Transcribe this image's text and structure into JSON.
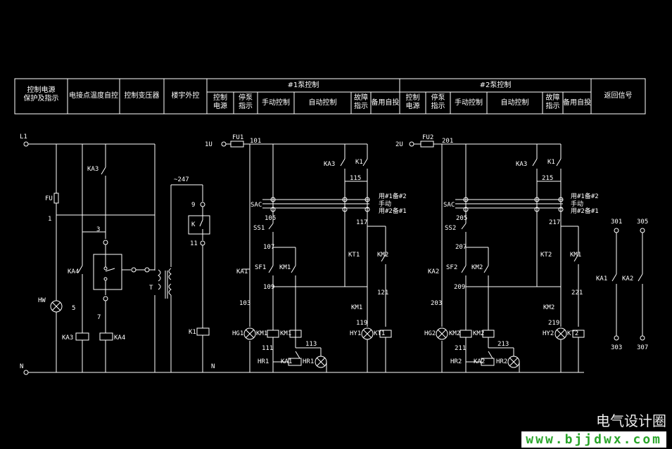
{
  "header": {
    "col_power": "控制电源\n保护及指示",
    "col_temp": "电接点温度自控",
    "col_transformer": "控制变压器",
    "col_remote": "楼宇外控",
    "pump1_title": "#1泵控制",
    "pump2_title": "#2泵控制",
    "sub_ctrl_power": "控制\n电源",
    "sub_stop_ind": "停泵\n指示",
    "sub_manual": "手动控制",
    "sub_auto": "自动控制",
    "sub_fault_ind": "故障\n指示",
    "sub_standby": "备用自投",
    "col_return": "返回信号"
  },
  "labels": {
    "L1": "L1",
    "FU": "FU",
    "n1": "1",
    "HW": "HW",
    "n5": "5",
    "N": "N",
    "KA3_left": "KA3",
    "n3": "3",
    "KA4": "KA4",
    "n7": "7",
    "KA3_coil": "KA3",
    "KA4_coil": "KA4",
    "T": "T",
    "v247": "~247",
    "n9": "9",
    "K": "K",
    "n11": "11",
    "K1_coil": "K1",
    "L0": "1U",
    "FU1": "FU1",
    "n101": "101",
    "KA3_p1": "KA3",
    "K1_p1": "K1",
    "n115": "115",
    "SAC1": "SAC",
    "n105": "105",
    "SS1": "SS1",
    "n117": "117",
    "n107": "107",
    "KT1": "KT1",
    "KM2_p1": "KM2",
    "KA1": "KA1",
    "SF1": "SF1",
    "KM1": "KM1",
    "n109": "109",
    "n121": "121",
    "n103": "103",
    "KM1_b": "KM1",
    "n119": "119",
    "HG1": "HG1",
    "KM1_c": "KM1",
    "KM1_d": "KM1",
    "HY1": "HY1",
    "KT1_coil": "KT1",
    "n111": "111",
    "n113": "113",
    "HR1": "HR1",
    "KA1_coil": "KA1",
    "HR1b": "HR1",
    "sel1": "用#1备#2",
    "man1": "手动",
    "sel1b": "用#2备#1",
    "L2": "2U",
    "FU2": "FU2",
    "n201": "201",
    "KA3_p2": "KA3",
    "K1_p2": "K1",
    "n215": "215",
    "SAC2": "SAC",
    "n205": "205",
    "SS2": "SS2",
    "n217": "217",
    "n207": "207",
    "KT2": "KT2",
    "KM1_p2": "KM1",
    "KA2": "KA2",
    "SF2": "SF2",
    "KM2": "KM2",
    "n209": "209",
    "n221": "221",
    "n203": "203",
    "KM2_b": "KM2",
    "n219": "219",
    "HG2": "HG2",
    "KM2_c": "KM2",
    "KM2_d": "KM2",
    "HY2": "HY2",
    "KT2_coil": "KT2",
    "n211": "211",
    "n213": "213",
    "HR2": "HR2",
    "KA2_coil": "KA2",
    "HR2b": "HR2",
    "sel2": "用#1备#2",
    "man2": "手动",
    "sel2b": "用#2备#1",
    "n301": "301",
    "n305": "305",
    "KA1_r": "KA1",
    "KA2_r": "KA2",
    "n303": "303",
    "n307": "307"
  },
  "watermark": {
    "name": "电气设计圈",
    "url": "www.bjjdwx.com"
  }
}
